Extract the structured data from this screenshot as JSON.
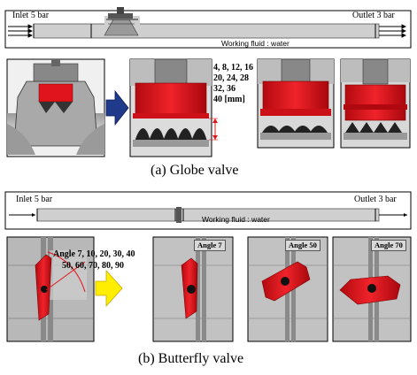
{
  "globe": {
    "inlet": "Inlet 5 bar",
    "outlet": "Outlet 3 bar",
    "fluid": "Working fluid : water",
    "openings": [
      "4, 8, 12, 16",
      "20, 24, 28",
      "32, 36",
      "40 [mm]"
    ],
    "caption": "(a)  Globe  valve"
  },
  "butterfly": {
    "inlet": "Inlet 5 bar",
    "outlet": "Outlet 3 bar",
    "fluid": "Working fluid : water",
    "angles_line1": "Angle 7, 10, 20, 30, 40",
    "angles_line2": "50, 60, 70, 80, 90",
    "tags": [
      "Angle 7",
      "Angle 50",
      "Angle 70"
    ],
    "caption": "(b)  Butterfly  valve"
  },
  "colors": {
    "pipe": "#cccccc",
    "disc": "#e0141c",
    "arrow_blue": "#1f3a8a",
    "arrow_yellow": "#ffee00"
  }
}
